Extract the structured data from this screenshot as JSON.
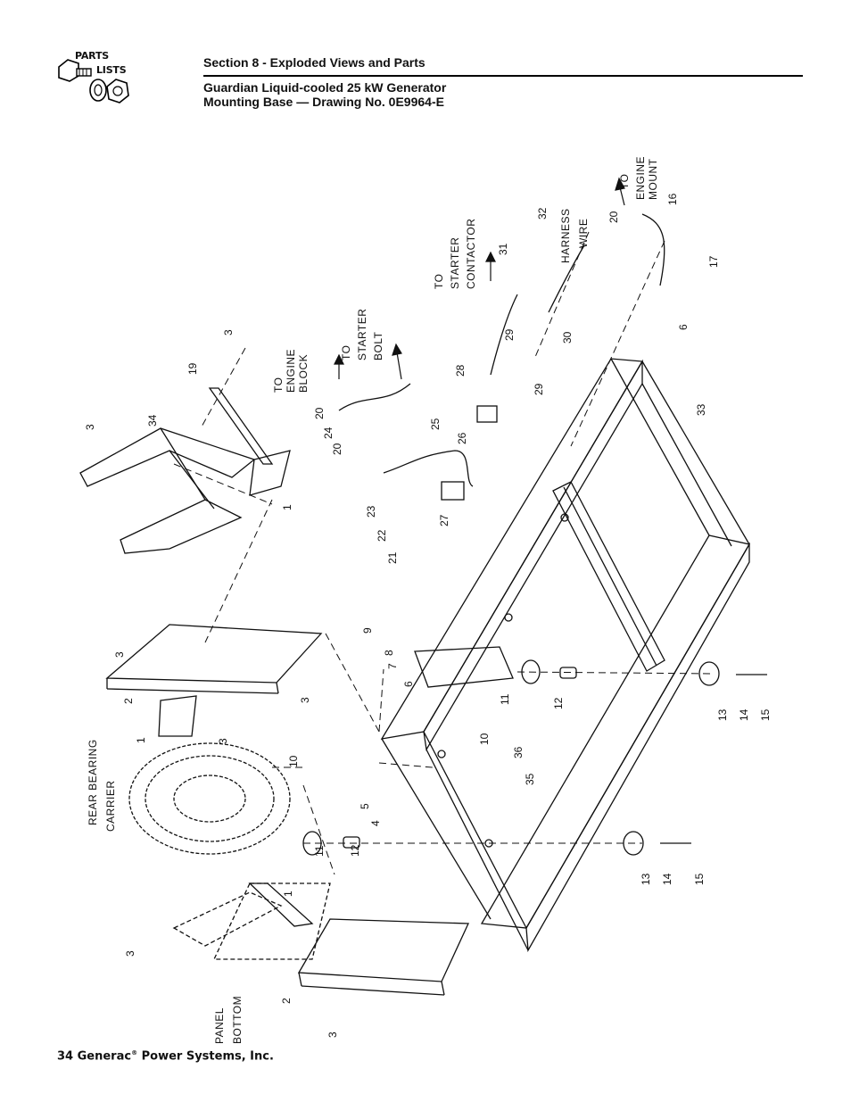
{
  "logo": {
    "line1": "PARTS",
    "line2": "LISTS"
  },
  "header": {
    "section": "Section 8 - Exploded Views and Parts",
    "title_line1": "Guardian Liquid-cooled 25 kW Generator",
    "title_line2": "Mounting Base — Drawing No. 0E9964-E"
  },
  "footer": {
    "page": "34",
    "company": "Generac",
    "reg": "®",
    "company_suffix": "Power Systems, Inc."
  },
  "notes": {
    "rear_bearing_1": "REAR BEARING",
    "rear_bearing_2": "CARRIER",
    "panel_1": "PANEL",
    "panel_2": "BOTTOM",
    "engine_block_1": "TO",
    "engine_block_2": "ENGINE",
    "engine_block_3": "BLOCK",
    "starter_bolt_1": "TO",
    "starter_bolt_2": "STARTER",
    "starter_bolt_3": "BOLT",
    "contactor_1": "TO",
    "contactor_2": "STARTER",
    "contactor_3": "CONTACTOR",
    "harness_1": "HARNESS",
    "harness_2": "WIRE",
    "engine_mount_1": "TO",
    "engine_mount_2": "ENGINE",
    "engine_mount_3": "MOUNT"
  },
  "callouts": {
    "c1": "1",
    "c1b": "1",
    "c1c": "1",
    "c1d": "1",
    "c2": "2",
    "c2b": "2",
    "c3": "3",
    "c3b": "3",
    "c3c": "3",
    "c3d": "3",
    "c3e": "3",
    "c3f": "3",
    "c3g": "3",
    "c4": "4",
    "c5": "5",
    "c6": "6",
    "c6b": "6",
    "c7": "7",
    "c8": "8",
    "c9": "9",
    "c10": "10",
    "c10b": "10",
    "c11": "11",
    "c11b": "11",
    "c12": "12",
    "c12b": "12",
    "c13": "13",
    "c13b": "13",
    "c14": "14",
    "c14b": "14",
    "c15": "15",
    "c15b": "15",
    "c16": "16",
    "c17": "17",
    "c19": "19",
    "c20": "20",
    "c20b": "20",
    "c20c": "20",
    "c21": "21",
    "c22": "22",
    "c23": "23",
    "c24": "24",
    "c25": "25",
    "c26": "26",
    "c27": "27",
    "c28": "28",
    "c29": "29",
    "c29b": "29",
    "c30": "30",
    "c31": "31",
    "c32": "32",
    "c33": "33",
    "c34": "34",
    "c35": "35",
    "c36": "36"
  }
}
